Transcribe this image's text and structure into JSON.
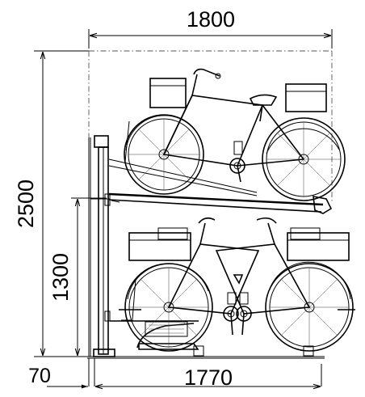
{
  "drawing": {
    "subject": "two-tier bicycle parking rack elevation",
    "dimensions": {
      "overall_width": "1800",
      "overall_height": "2500",
      "lower_tier_height": "1300",
      "base_offset": "70",
      "base_width": "1770"
    }
  }
}
